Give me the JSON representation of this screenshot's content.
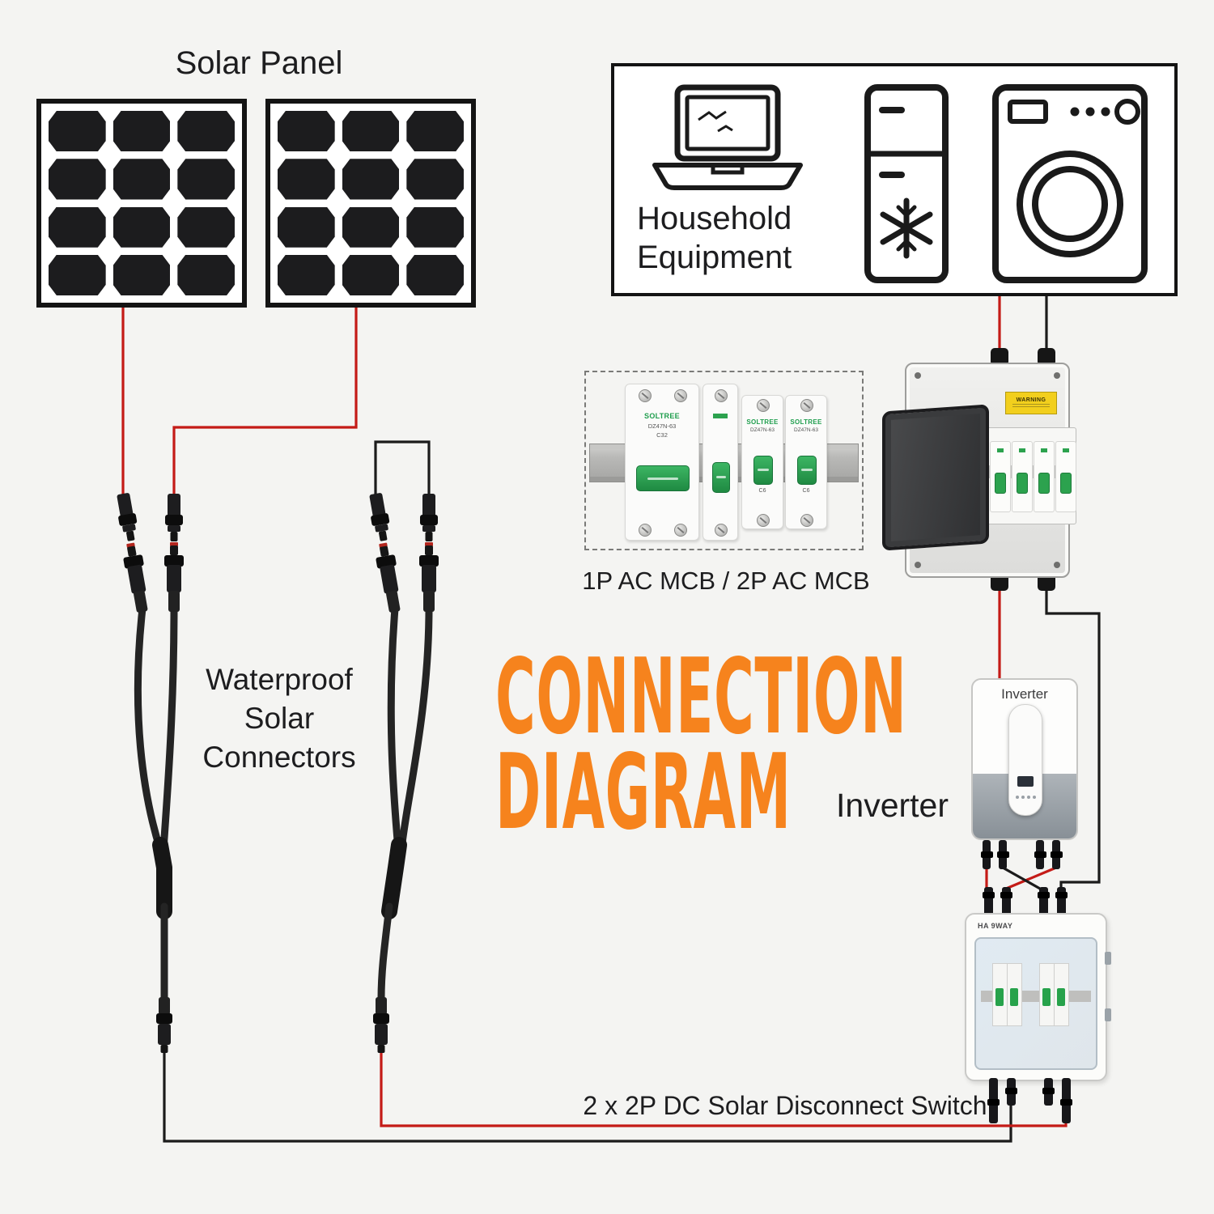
{
  "page": {
    "background": "#f4f4f2",
    "accent": "#f6831d",
    "wire_red": "#c41b17",
    "wire_black": "#1b1b1b"
  },
  "title": {
    "line1": "CONNECTION",
    "line2": "DIAGRAM"
  },
  "solar": {
    "label": "Solar Panel"
  },
  "household": {
    "line1": "Household",
    "line2": "Equipment"
  },
  "connectors": {
    "line1": "Waterproof",
    "line2": "Solar",
    "line3": "Connectors"
  },
  "mcb": {
    "caption": "1P AC MCB / 2P AC MCB",
    "brand": "SOLTREE",
    "model": "DZ47N-63",
    "rating_main": "C32",
    "rating_small": "C6"
  },
  "ac_box": {
    "warning": "WARNING"
  },
  "inverter": {
    "device_label": "Inverter",
    "caption": "Inverter"
  },
  "dc_box": {
    "label": "HA 9WAY",
    "caption": "2 x 2P DC Solar Disconnect Switch"
  }
}
